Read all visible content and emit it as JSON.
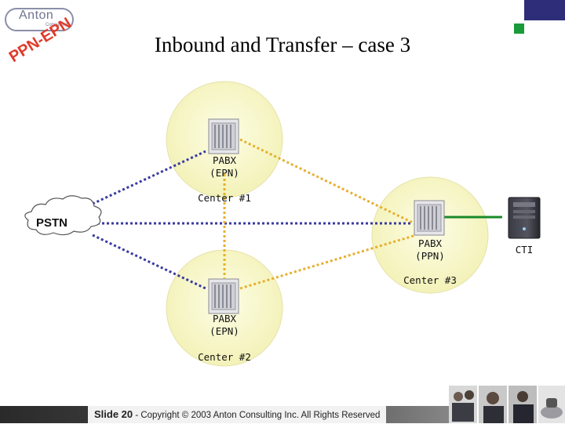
{
  "header": {
    "logo_name": "Anton",
    "logo_sub": "Consulting",
    "tag": "PPN-EPN",
    "title": "Inbound and Transfer – case 3"
  },
  "diagram": {
    "pstn_label": "PSTN",
    "nodes": {
      "center1": {
        "device": "PABX",
        "type": "(EPN)",
        "center": "Center #1"
      },
      "center2": {
        "device": "PABX",
        "type": "(EPN)",
        "center": "Center #2"
      },
      "center3": {
        "device": "PABX",
        "type": "(PPN)",
        "center": "Center #3"
      },
      "cti": {
        "label": "CTI"
      }
    },
    "colors": {
      "center_fill": "#fafad0",
      "pstn_link": "#3a3aa0",
      "interlink": "#e6b030",
      "cti_link": "#1a8a2a"
    }
  },
  "footer": {
    "slide": "Slide 20",
    "copyright": " - Copyright © 2003 Anton Consulting Inc.  All Rights Reserved"
  }
}
